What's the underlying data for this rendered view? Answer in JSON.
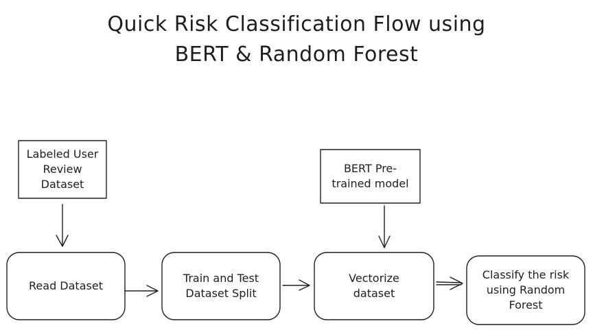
{
  "title": {
    "line1": "Quick Risk Classification Flow using",
    "line2": "BERT & Random Forest"
  },
  "nodes": {
    "dataset_source": {
      "lines": [
        "Labeled User",
        "Review",
        "Dataset"
      ]
    },
    "bert_model": {
      "lines": [
        "BERT Pre-",
        "trained model"
      ]
    },
    "read_dataset": {
      "lines": [
        "Read Dataset"
      ]
    },
    "train_test_split": {
      "lines": [
        "Train and Test",
        "Dataset Split"
      ]
    },
    "vectorize": {
      "lines": [
        "Vectorize",
        "dataset"
      ]
    },
    "classify": {
      "lines": [
        "Classify the risk",
        "using Random",
        "Forest"
      ]
    }
  },
  "colors": {
    "stroke": "#1e1e1e",
    "background": "#ffffff"
  }
}
